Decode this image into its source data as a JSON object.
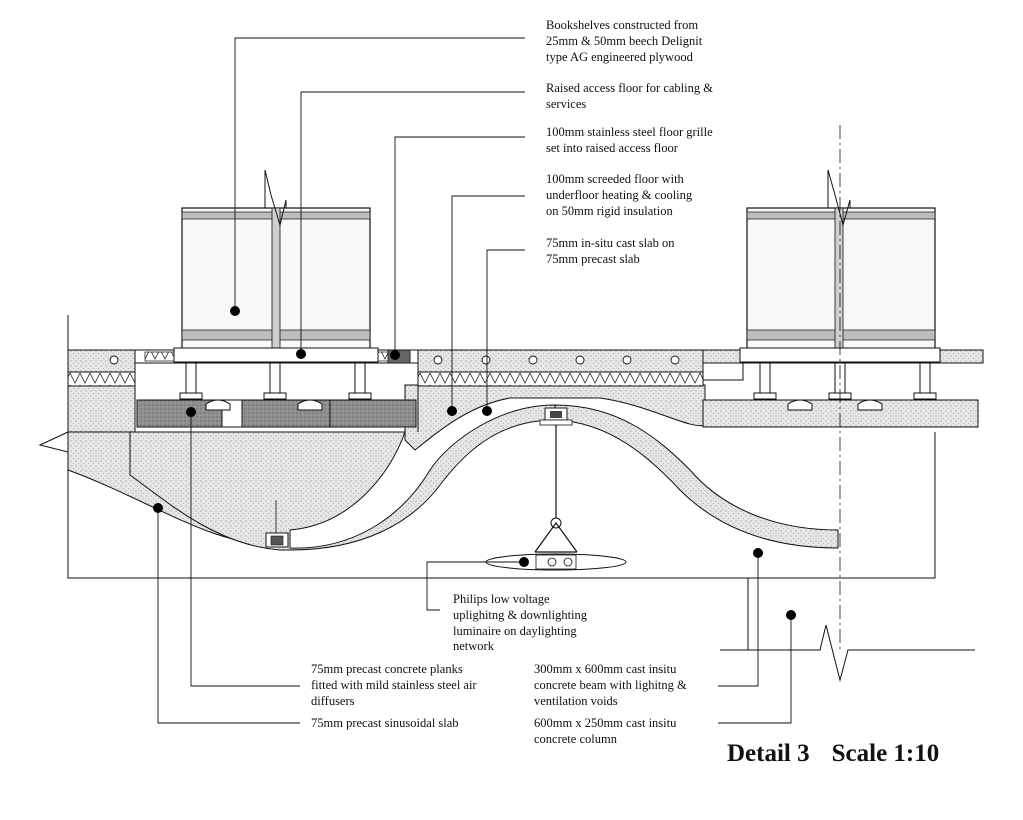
{
  "drawing": {
    "title": "Detail 3",
    "scale": "Scale 1:10"
  },
  "annotations": {
    "bookshelves": [
      "Bookshelves constructed from",
      "25mm & 50mm beech Delignit",
      "type AG engineered plywood"
    ],
    "raised_floor": [
      "Raised access floor for cabling &",
      "services"
    ],
    "floor_grille": [
      "100mm stainless steel floor grille",
      "set into raised access floor"
    ],
    "screeded_floor": [
      "100mm screeded floor with",
      "underfloor heating & cooling",
      "on 50mm rigid insulation"
    ],
    "insitu_slab": [
      "75mm in-situ cast slab on",
      "75mm precast slab"
    ],
    "luminaire": [
      "Philips low voltage",
      "uplighitng & downlighting",
      "luminaire on daylighting",
      "network"
    ],
    "precast_planks": [
      "75mm precast concrete planks",
      "fitted with mild stainless steel air",
      "diffusers"
    ],
    "sinusoidal_slab": [
      "75mm precast sinusoidal slab"
    ],
    "concrete_beam": [
      "300mm x 600mm cast insitu",
      "concrete beam with lighitng &",
      "ventilation voids"
    ],
    "concrete_column": [
      "600mm x 250mm cast insitu",
      "concrete column"
    ]
  },
  "colors": {
    "line": "#111111",
    "concrete": "#d9d9d9",
    "plank": "#8c8c8c",
    "shelf": "#f4f4f4"
  }
}
